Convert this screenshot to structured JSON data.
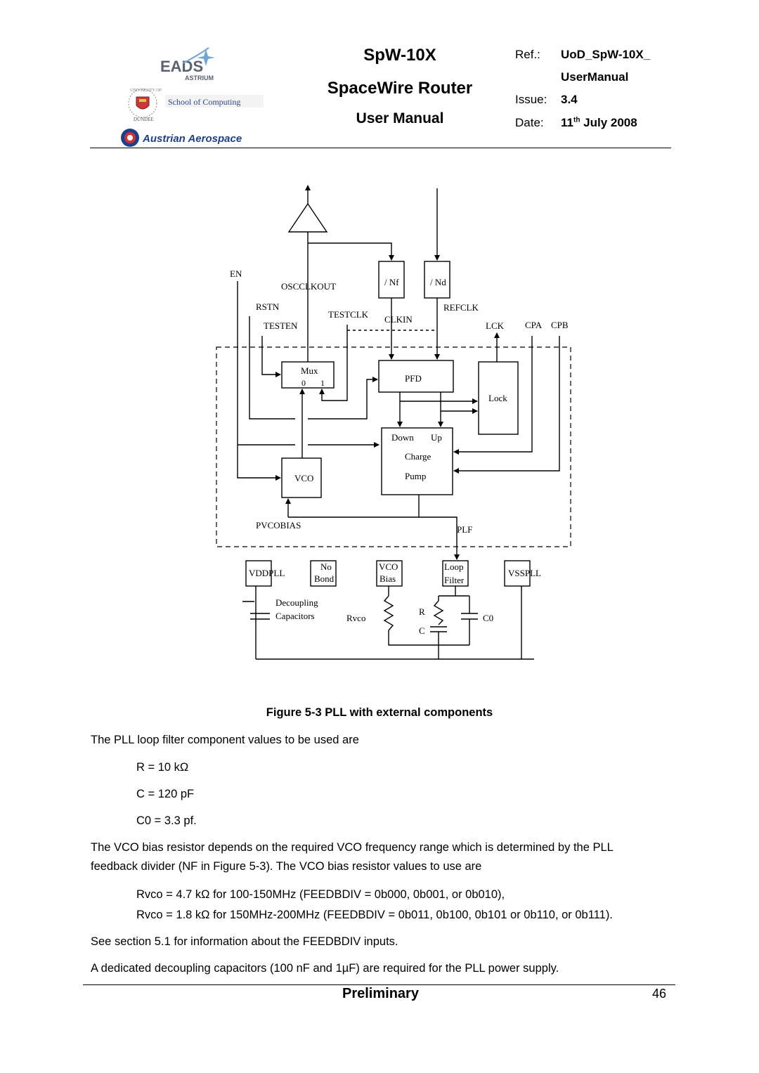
{
  "header": {
    "logos": {
      "eads": "EADS",
      "astrium": "ASTRIUM",
      "school": "School of Computing",
      "university": "UNIVERSITY OF",
      "dundee": "DUNDEE",
      "austrian": "Austrian Aerospace"
    },
    "title1": "SpW-10X",
    "title2": "SpaceWire Router",
    "title3": "User Manual",
    "ref_label": "Ref.:",
    "ref_value_1": "UoD_SpW-10X_",
    "ref_value_2": "UserManual",
    "issue_label": "Issue:",
    "issue_value": "3.4",
    "date_label": "Date:",
    "date_day": "11",
    "date_suffix": "th",
    "date_rest": " July 2008"
  },
  "diagram": {
    "labels": {
      "en": "EN",
      "oscclkout": "OSCCLKOUT",
      "rstn": "RSTN",
      "testen": "TESTEN",
      "testclk": "TESTCLK",
      "clkin": "CLKIN",
      "refclk": "REFCLK",
      "lck": "LCK",
      "cpa": "CPA",
      "cpb": "CPB",
      "nf": "/ Nf",
      "nd": "/ Nd",
      "mux": "Mux",
      "mux0": "0",
      "mux1": "1",
      "pfd": "PFD",
      "lock": "Lock",
      "down": "Down",
      "up": "Up",
      "charge": "Charge",
      "pump": "Pump",
      "vco": "VCO",
      "pvcobias": "PVCOBIAS",
      "plf": "PLF",
      "vddpll": "VDDPLL",
      "no": "No",
      "bond": "Bond",
      "vco_pad": "VCO",
      "bias": "Bias",
      "loop": "Loop",
      "filter": "Filter",
      "vsspll": "VSSPLL",
      "decoupling": "Decoupling",
      "capacitors": "Capacitors",
      "rvco": "Rvco",
      "r": "R",
      "c": "C",
      "c0": "C0"
    }
  },
  "caption": "Figure 5-3 PLL with external components",
  "paragraphs": {
    "p1": "The PLL loop filter component values to be used are",
    "r_value": "R = 10 kΩ",
    "c_value": "C = 120 pF",
    "c0_value": "C0 = 3.3 pf.",
    "p2_line1": "The VCO bias resistor depends on the required VCO frequency range which is determined by the PLL",
    "p2_line2": "feedback divider (NF in Figure 5-3).  The VCO bias resistor values to use are",
    "rvco1": "Rvco = 4.7 kΩ for 100-150MHz (FEEDBDIV = 0b000, 0b001, or 0b010),",
    "rvco2": "Rvco = 1.8 kΩ for 150MHz-200MHz (FEEDBDIV = 0b011, 0b100, 0b101 or 0b110, or 0b111).",
    "p3": "See section 5.1 for information about the FEEDBDIV inputs.",
    "p4": "A dedicated decoupling capacitors (100 nF and 1µF) are required for the PLL power supply."
  },
  "footer": {
    "status": "Preliminary",
    "page": "46"
  }
}
